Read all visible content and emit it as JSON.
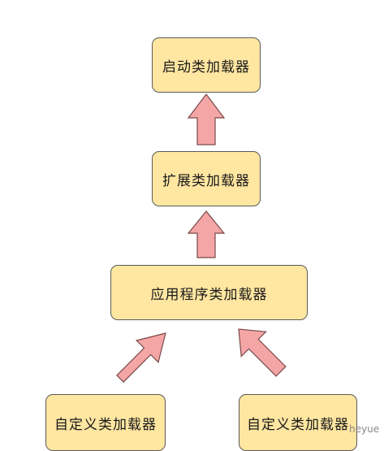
{
  "nodes": {
    "bootstrap": "启动类加载器",
    "extension": "扩展类加载器",
    "application": "应用程序类加载器",
    "custom_left": "自定义类加载器",
    "custom_right": "自定义类加载器"
  },
  "colors": {
    "node_fill": "#ffe6a1",
    "node_border": "#5a5a5a",
    "arrow_fill": "#f4a5a5",
    "arrow_stroke": "#7a4a4a"
  },
  "watermark": "heyue"
}
